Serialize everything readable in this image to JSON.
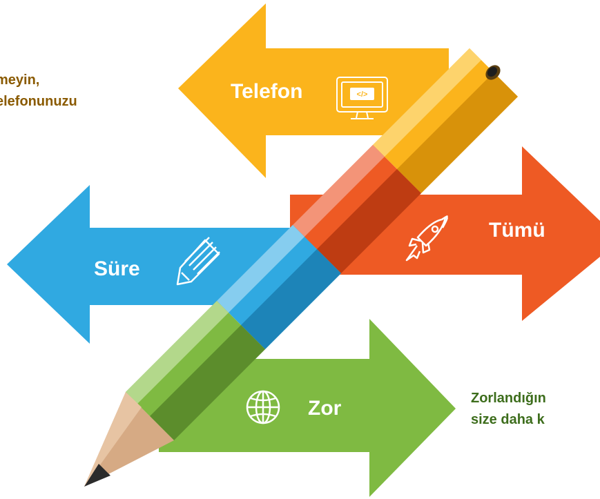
{
  "colors": {
    "yellow": "#fbb41c",
    "orange": "#ee5a24",
    "blue": "#30a9e1",
    "green": "#7fba42",
    "wood": "#d6aa84",
    "graphite": "#2b2b2b",
    "left_text": "#8a5a00",
    "right_text": "#3d6d1c"
  },
  "arrows": [
    {
      "key": "telefon",
      "label": "Telefon",
      "icon": "monitor-code-icon",
      "color": "#fbb41c"
    },
    {
      "key": "sure",
      "label": "Süre",
      "icon": "pencil-icon",
      "color": "#30a9e1"
    },
    {
      "key": "tumu",
      "label": "Tümü",
      "icon": "rocket-icon",
      "color": "#ee5a24"
    },
    {
      "key": "zor",
      "label": "Zor",
      "icon": "globe-icon",
      "color": "#7fba42"
    }
  ],
  "monitor_code_text": "</>",
  "side_text_left": {
    "line1": "meyin,",
    "line2": "elefonunuzu"
  },
  "side_text_right": {
    "line1": "Zorlandığın",
    "line2": "size daha k"
  }
}
